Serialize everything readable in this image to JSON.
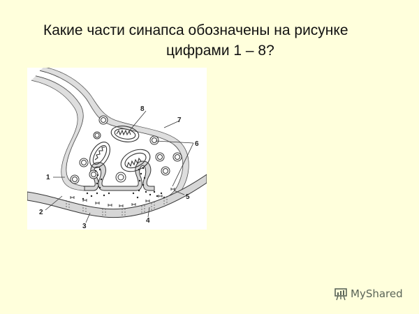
{
  "slide": {
    "background": "#FFFFDC",
    "title_line1": "Какие части синапса обозначены на рисунке",
    "title_line2": "цифрами 1 – 8?"
  },
  "figure": {
    "description": "Synapse diagram",
    "labels": {
      "l1": "1",
      "l2": "2",
      "l3": "3",
      "l4": "4",
      "l5": "5",
      "l6": "6",
      "l7": "7",
      "l8": "8"
    }
  },
  "watermark": {
    "icon": "presentation-board-icon",
    "text": "MyShared"
  }
}
